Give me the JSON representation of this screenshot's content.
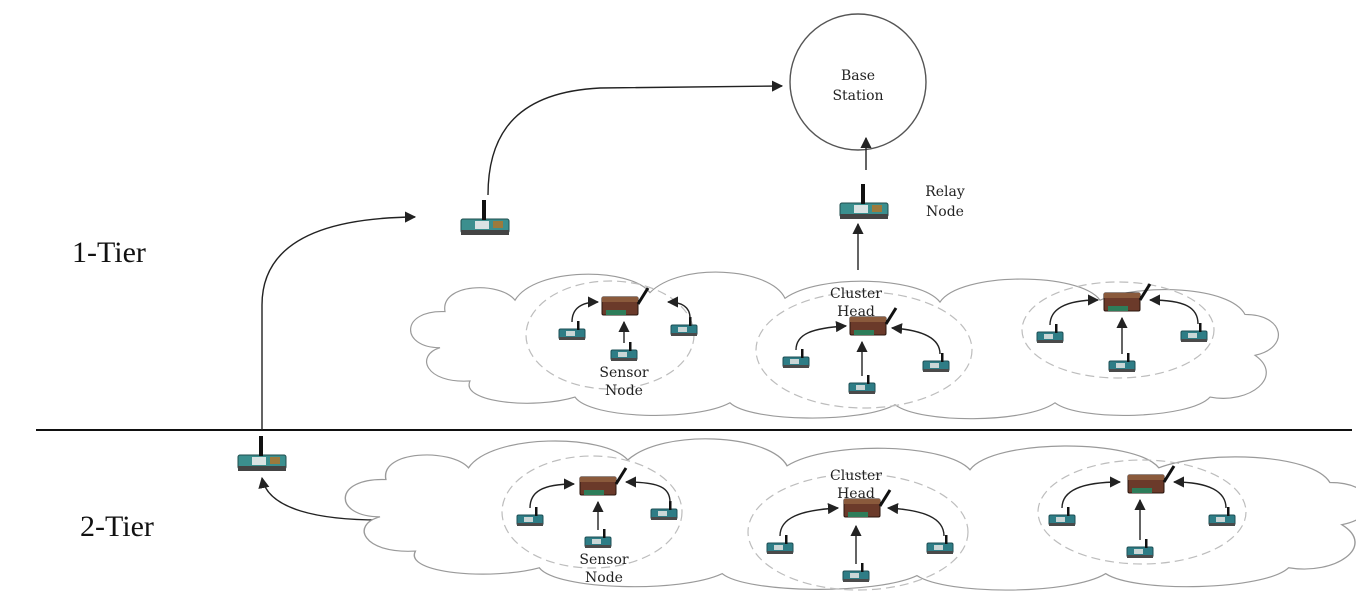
{
  "tiers": {
    "tier1": "1-Tier",
    "tier2": "2-Tier"
  },
  "base_station": {
    "line1": "Base",
    "line2": "Station"
  },
  "relay": {
    "line1": "Relay",
    "line2": "Node"
  },
  "cluster_head": {
    "line1": "Cluster",
    "line2": "Head"
  },
  "sensor_node": {
    "line1": "Sensor",
    "line2": "Node"
  },
  "colors": {
    "line": "#222222",
    "cloud": "#9a9a9a",
    "board": "#2e7d86",
    "head": "#6b3a2a"
  }
}
